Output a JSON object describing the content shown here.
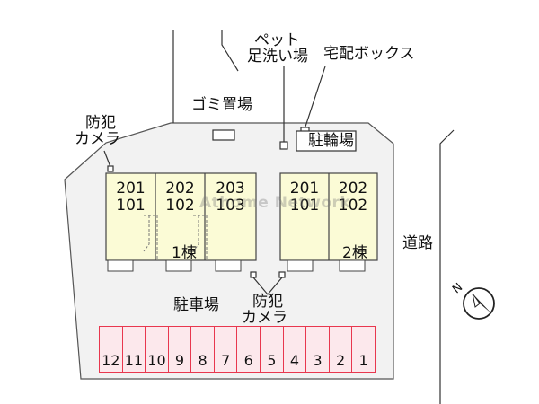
{
  "labels": {
    "pet_wash_line1": "ペット",
    "pet_wash_line2": "足洗い場",
    "delivery_box": "宅配ボックス",
    "garbage": "ゴミ置場",
    "camera_top_line1": "防犯",
    "camera_top_line2": "カメラ",
    "bicycle_parking": "駐輪場",
    "road": "道路",
    "parking_lot": "駐車場",
    "camera_bottom_line1": "防犯",
    "camera_bottom_line2": "カメラ",
    "building1": "1棟",
    "building2": "2棟",
    "watermark": "Athome Network"
  },
  "building1_units": [
    {
      "upper": "201",
      "lower": "101"
    },
    {
      "upper": "202",
      "lower": "102"
    },
    {
      "upper": "203",
      "lower": "103"
    }
  ],
  "building2_units": [
    {
      "upper": "201",
      "lower": "101"
    },
    {
      "upper": "202",
      "lower": "102"
    }
  ],
  "parking_spaces": [
    "12",
    "11",
    "10",
    "9",
    "8",
    "7",
    "6",
    "5",
    "4",
    "3",
    "2",
    "1"
  ],
  "compass": {
    "direction": "N",
    "icon": "north-arrow-icon"
  },
  "colors": {
    "lot": "#f2f2f2",
    "building": "#fbfbd6",
    "parking_border": "#e8374e",
    "parking_fill": "#fce8ec",
    "line": "#333333"
  }
}
